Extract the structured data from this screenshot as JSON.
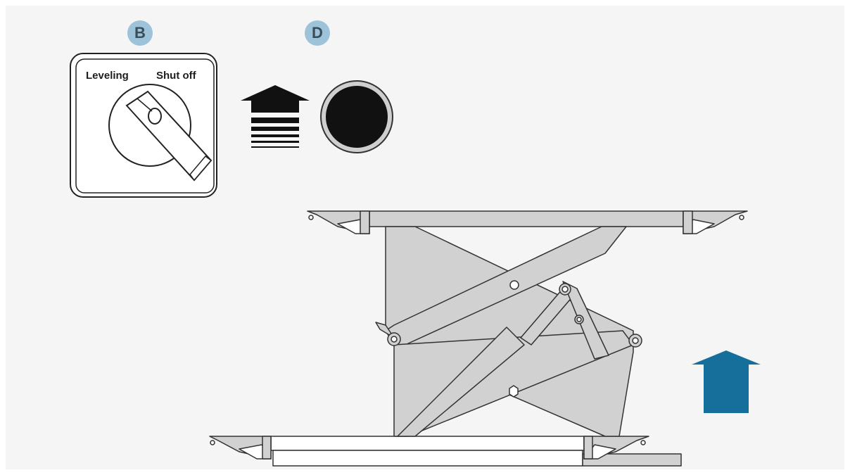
{
  "badges": {
    "b": "B",
    "d": "D"
  },
  "switch": {
    "left_label": "Leveling",
    "right_label": "Shut off"
  },
  "colors": {
    "background": "#f4f5f4",
    "badge": "#9cc3d9",
    "arrow_up": "#156f9a",
    "lift_metal": "#d1d1d1",
    "outline": "#333333"
  },
  "icons": [
    "selector-switch-icon",
    "raise-arrow-icon",
    "push-button-icon",
    "scissor-lift-icon",
    "lift-direction-arrow-icon"
  ]
}
